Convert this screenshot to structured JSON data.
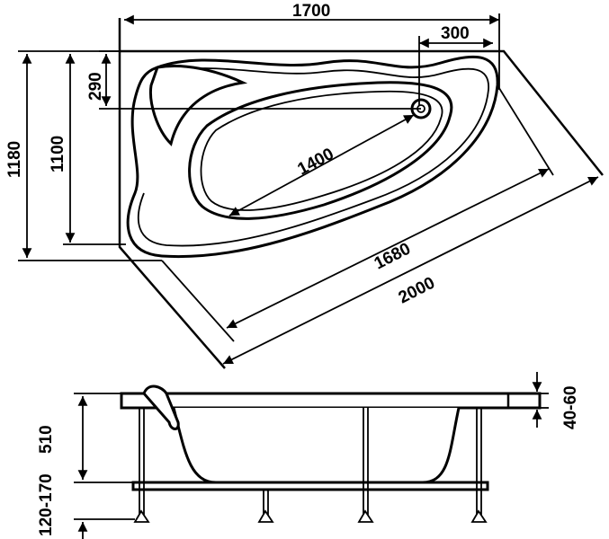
{
  "top_view": {
    "width_label": "1700",
    "drain_offset_label": "300",
    "drain_depth_label": "290",
    "total_depth_label": "1180",
    "inner_depth_label": "1100",
    "inner_length_label": "1400",
    "diagonal_inner_label": "1680",
    "diagonal_outer_label": "2000"
  },
  "side_view": {
    "rim_label": "40-60",
    "height_label": "510",
    "leg_label": "120-170"
  }
}
